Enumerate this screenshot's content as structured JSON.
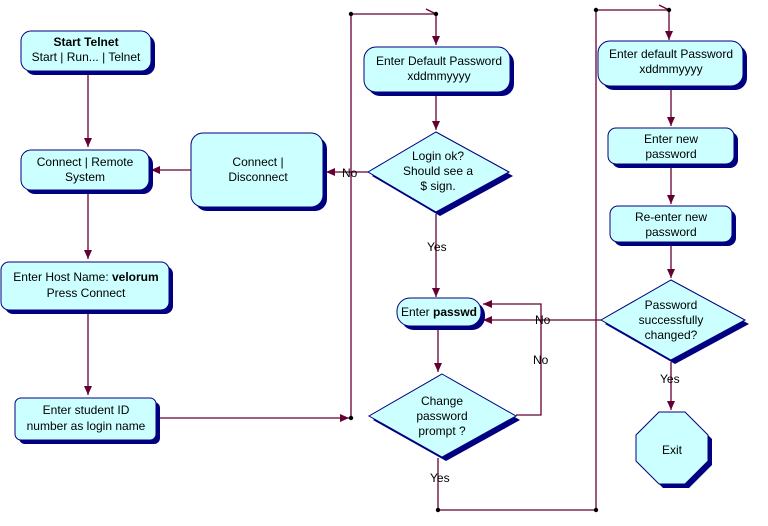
{
  "colors": {
    "node_fill": "#ccffff",
    "node_border": "#000080",
    "shadow": "#000080",
    "connector": "#660033"
  },
  "nodes": {
    "start_telnet": {
      "title": "Start Telnet",
      "line2": "Start | Run... | Telnet"
    },
    "connect_remote": {
      "line1": "Connect | Remote",
      "line2": "System"
    },
    "connect_disconnect": {
      "line1": "Connect |",
      "line2": "Disconnect"
    },
    "enter_host": {
      "line1_prefix": "Enter Host Name: ",
      "line1_bold": "velorum",
      "line2": "Press Connect"
    },
    "enter_student_id": {
      "line1": "Enter student ID",
      "line2": "number as login name"
    },
    "enter_default_password_1": {
      "line1": "Enter Default Password",
      "line2": "xddmmyyyy"
    },
    "login_ok": {
      "line1": "Login ok?",
      "line2": "Should see  a",
      "line3": "$ sign."
    },
    "enter_passwd": {
      "prefix": "Enter ",
      "bold": "passwd"
    },
    "change_password_prompt": {
      "line1": "Change",
      "line2": "password",
      "line3": "prompt ?"
    },
    "enter_default_password_2": {
      "line1": "Enter default Password",
      "line2": "xddmmyyyy"
    },
    "enter_new_password": {
      "line1": "Enter new",
      "line2": "password"
    },
    "reenter_new_password": {
      "line1": "Re-enter new",
      "line2": "password"
    },
    "password_changed": {
      "line1": "Password",
      "line2": "successfully",
      "line3": "changed?"
    },
    "exit": {
      "label": "Exit"
    }
  },
  "edge_labels": {
    "no_login": "No",
    "yes_login": "Yes",
    "no_prompt": "No",
    "yes_prompt": "Yes",
    "no_changed": "No",
    "yes_changed": "Yes"
  }
}
